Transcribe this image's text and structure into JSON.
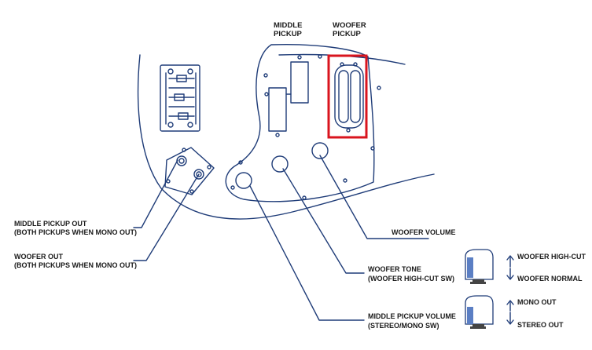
{
  "labels": {
    "middle_pickup": [
      "MIDDLE",
      "PICKUP"
    ],
    "woofer_pickup": [
      "WOOFER",
      "PICKUP"
    ],
    "middle_pickup_out": [
      "MIDDLE PICKUP OUT",
      "(BOTH PICKUPS WHEN MONO OUT)"
    ],
    "woofer_out": [
      "WOOFER OUT",
      "(BOTH PICKUPS WHEN MONO OUT)"
    ],
    "woofer_volume": "WOOFER VOLUME",
    "woofer_tone": [
      "WOOFER TONE",
      "(WOOFER HIGH-CUT SW)"
    ],
    "middle_pickup_volume": [
      "MIDDLE PICKUP VOLUME",
      "(STEREO/MONO SW)"
    ]
  },
  "switches": {
    "tone_switch": {
      "up": "WOOFER HIGH-CUT",
      "down": "WOOFER NORMAL"
    },
    "volume_switch": {
      "up": "MONO OUT",
      "down": "STEREO OUT"
    }
  },
  "colors": {
    "line": "#1f3c78",
    "highlight": "#d9141e",
    "text": "#1a1a1a",
    "spring": "#5b7fc4"
  }
}
